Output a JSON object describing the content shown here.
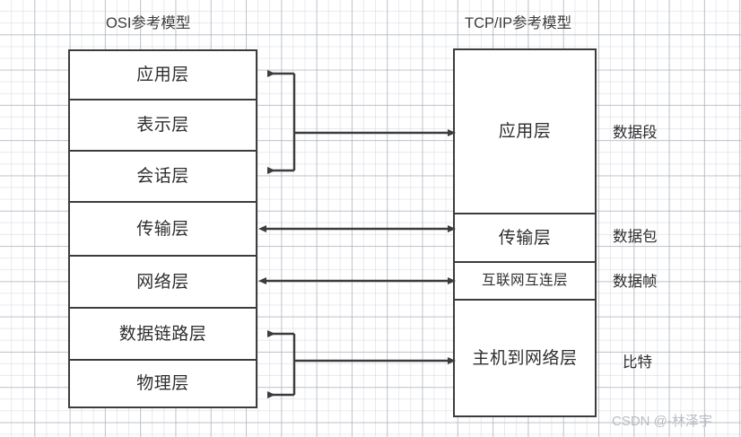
{
  "diagram": {
    "background": "#ffffff",
    "grid_color": "#b4b9c3",
    "line_color": "#3c3c3c",
    "text_color": "#2e2e2e"
  },
  "osi": {
    "title": "OSI参考模型",
    "layers": [
      {
        "label": "应用层"
      },
      {
        "label": "表示层"
      },
      {
        "label": "会话层"
      },
      {
        "label": "传输层"
      },
      {
        "label": "网络层"
      },
      {
        "label": "数据链路层"
      },
      {
        "label": "物理层"
      }
    ]
  },
  "tcpip": {
    "title": "TCP/IP参考模型",
    "layers": [
      {
        "label": "应用层"
      },
      {
        "label": "传输层"
      },
      {
        "label": "互联网互连层"
      },
      {
        "label": "主机到网络层"
      }
    ]
  },
  "pdu_labels": [
    {
      "label": "数据段"
    },
    {
      "label": "数据包"
    },
    {
      "label": "数据帧"
    },
    {
      "label": "比特"
    }
  ],
  "watermark": {
    "text": "CSDN @-林泽宇"
  }
}
